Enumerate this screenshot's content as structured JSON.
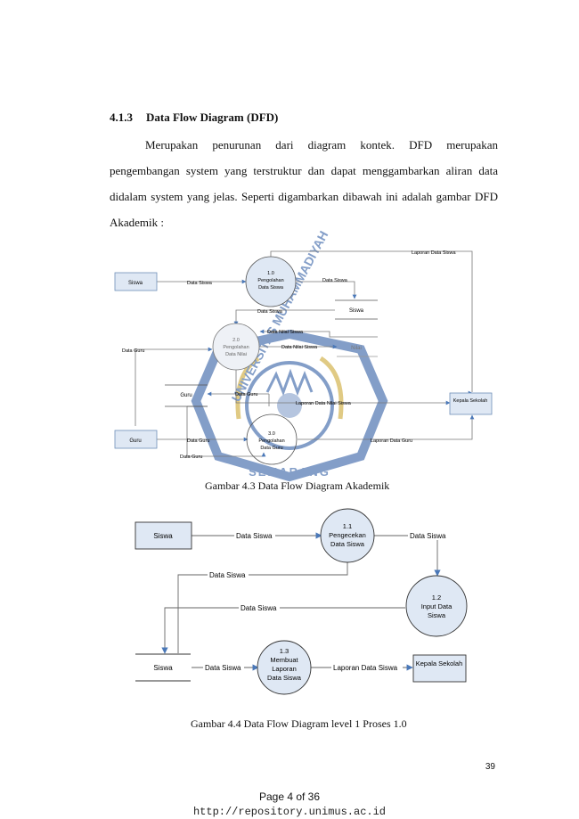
{
  "section": {
    "number": "4.1.3",
    "title": "Data Flow Diagram (DFD)",
    "paragraph_lines": [
      "Merupakan penurunan dari diagram kontek. DFD merupakan",
      "pengembangan system yang terstruktur dan dapat menggambarkan aliran data",
      "didalam system yang jelas. Seperti digambarkan dibawah ini adalah gambar DFD",
      "Akademik :"
    ]
  },
  "figure1": {
    "caption": "Gambar 4.3 Data Flow Diagram Akademik",
    "entities": {
      "siswa": "Siswa",
      "guru": "Guru",
      "kepala": "Kepala Sekolah"
    },
    "processes": {
      "p1": [
        "1.0",
        "Pengolahan",
        "Data Siswa"
      ],
      "p2": [
        "2.0",
        "Pengolahan",
        "Data Nilai"
      ],
      "p3": [
        "3.0",
        "Pengolahan",
        "Data Guru"
      ]
    },
    "stores": {
      "siswa": "Siswa",
      "nilai": "Nilai",
      "guru": "Guru"
    },
    "flows": {
      "laporan_siswa": "Laporan Data Siswa",
      "data_siswa_in": "Data Siswa",
      "data_siswa_store": "Data Siswa",
      "data_siswa_down": "Data Siswa",
      "data_nilai_siswa_1": "Data Nilai Siswa",
      "data_nilai_siswa_2": "Data Nilai Siswa",
      "data_guru_left": "Data Guru",
      "data_guru_store": "Data Guru",
      "laporan_nilai": "Laporan Data Nilai Siswa",
      "data_guru_in": "Data Guru",
      "laporan_guru": "Laporan Data Guru",
      "data_guru_bottom": "Data Guru"
    },
    "watermark": {
      "top": "UNIVERSITAS MUHAMMADIYAH",
      "bottom": "SEMARANG"
    }
  },
  "figure2": {
    "caption": "Gambar 4.4 Data Flow Diagram level 1 Proses 1.0",
    "entities": {
      "siswa": "Siswa",
      "kepala": "Kepala Sekolah"
    },
    "processes": {
      "p11": [
        "1.1",
        "Pengecekan",
        "Data Siswa"
      ],
      "p12": [
        "1.2",
        "Input Data",
        "Siswa"
      ],
      "p13": [
        "1.3",
        "Membuat",
        "Laporan",
        "Data Siswa"
      ]
    },
    "stores": {
      "siswa": "Siswa"
    },
    "flows": {
      "f1": "Data Siswa",
      "f2": "Data Siswa",
      "f3": "Data Siswa",
      "f4": "Data Siswa",
      "f5": "Data Siswa",
      "f6": "Laporan Data Siswa"
    }
  },
  "page_number": "39",
  "footer": {
    "page_label": "Page 4 of 36",
    "url": "http://repository.unimus.ac.id"
  },
  "colors": {
    "entity_fill": "#dfe8f4",
    "entity_stroke": "#6f8fb8",
    "arrow": "#4a78b8",
    "line": "#666666",
    "watermark": "#1f4f9c",
    "watermark_gold": "#c8a020"
  }
}
